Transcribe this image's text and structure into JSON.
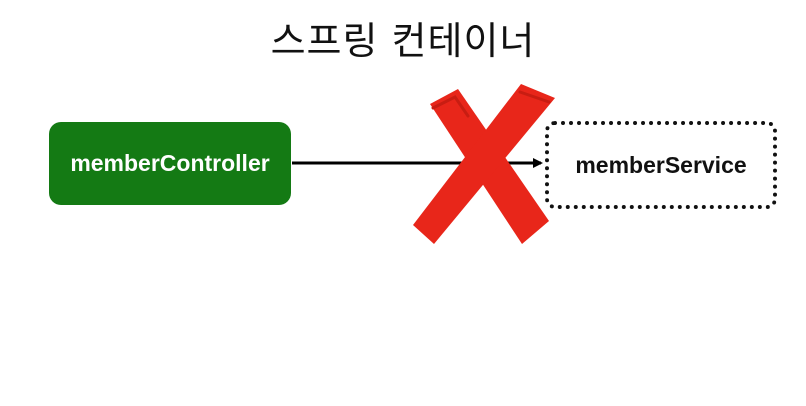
{
  "title": "스프링 컨테이너",
  "nodes": {
    "controller": {
      "label": "memberController"
    },
    "service": {
      "label": "memberService"
    }
  },
  "colors": {
    "controller_fill": "#147a14",
    "cross": "#e8261a",
    "arrow": "#000000"
  },
  "icons": {
    "blocked": "red-x-icon"
  }
}
